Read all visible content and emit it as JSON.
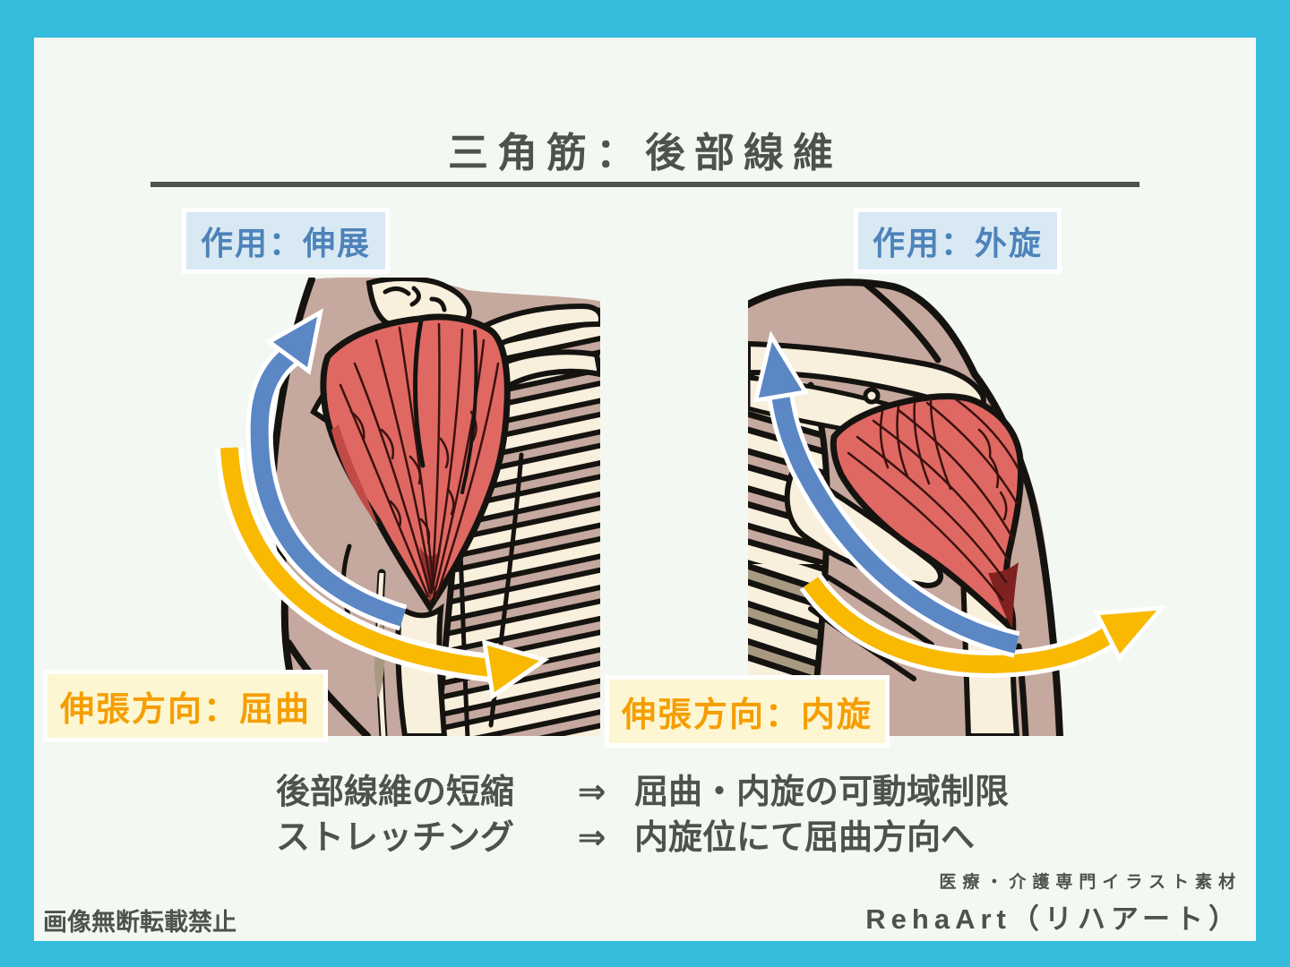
{
  "header": {
    "title": "三角筋：後部線維"
  },
  "action_labels": {
    "left": "作用：伸展",
    "right": "作用：外旋"
  },
  "stretch_labels": {
    "left": "伸張方向：屈曲",
    "right": "伸張方向：内旋"
  },
  "summary": {
    "rows": [
      {
        "condition": "後部線維の短縮",
        "arrow": "⇒",
        "result": "屈曲・内旋の可動域制限"
      },
      {
        "condition": "ストレッチング",
        "arrow": "⇒",
        "result": "内旋位にて屈曲方向へ"
      }
    ]
  },
  "footer": {
    "copyright": "画像無断転載禁止",
    "credit_tagline": "医療・介護専門イラスト素材",
    "credit_brand": "RehaArt（リハアート）"
  },
  "icons": {
    "left_blue_arrow": "extension-direction-arrow",
    "left_yellow_arrow": "flexion-stretch-arrow",
    "right_blue_arrow": "external-rotation-arrow",
    "right_yellow_arrow": "internal-rotation-stretch-arrow"
  },
  "colors": {
    "page_bg": "#35bcdc",
    "card_bg": "#f3f8f3",
    "ink": "#4d524d",
    "blue_label_bg": "#d9e9f4",
    "blue_text": "#4d83ba",
    "yellow_label_bg": "#fdf6d2",
    "orange_text": "#f59e00",
    "arrow_blue": "#5b87c5",
    "arrow_yellow": "#f8b900",
    "muscle": "#e06862",
    "muscle_dark": "#3a1210",
    "muscle_shade": "#c04a46",
    "bone": "#f8efdc",
    "skin": "#c5a89e",
    "tan": "#a89a82",
    "outline": "#151310"
  }
}
